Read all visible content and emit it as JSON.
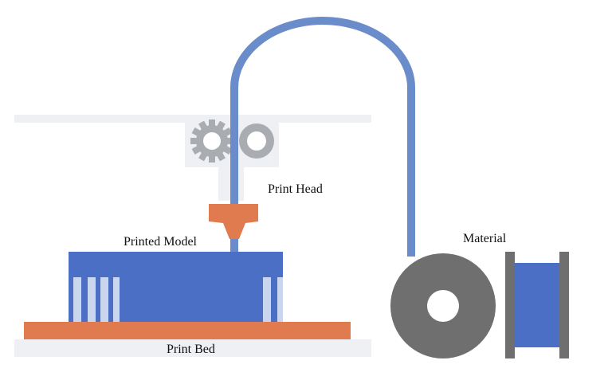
{
  "labels": {
    "print_head": "Print Head",
    "printed_model": "Printed Model",
    "material": "Material",
    "print_bed": "Print Bed"
  },
  "colors": {
    "filament": "#6b8ccb",
    "model_fill": "#4a6fc4",
    "nozzle": "#e07a4f",
    "bed": "#e07a4f",
    "gantry": "#eef0f4",
    "gear": "#a9acb1",
    "spool": "#6f6f6f",
    "support": "#c9d6ee"
  }
}
